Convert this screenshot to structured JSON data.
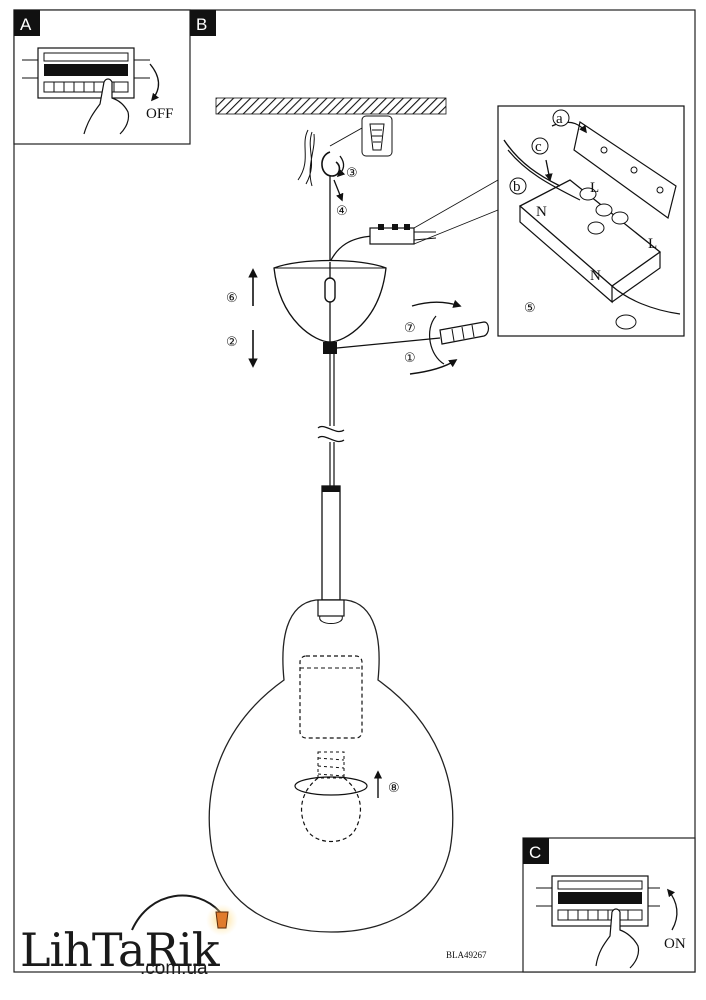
{
  "panels": {
    "a": {
      "letter": "A",
      "switch_label": "OFF"
    },
    "b": {
      "letter": "B"
    },
    "c": {
      "letter": "C",
      "switch_label": "ON"
    }
  },
  "steps": [
    "①",
    "②",
    "③",
    "④",
    "⑤",
    "⑥",
    "⑦",
    "⑧"
  ],
  "connector_detail": {
    "letters": [
      "a",
      "b",
      "c"
    ],
    "terminal_labels": {
      "l_top": "L",
      "l_right": "L",
      "n_left": "N",
      "n_bottom": "N"
    }
  },
  "model_code": "BLA49267",
  "watermark": {
    "brand": "LihTaRik",
    "domain": ".com.ua"
  }
}
